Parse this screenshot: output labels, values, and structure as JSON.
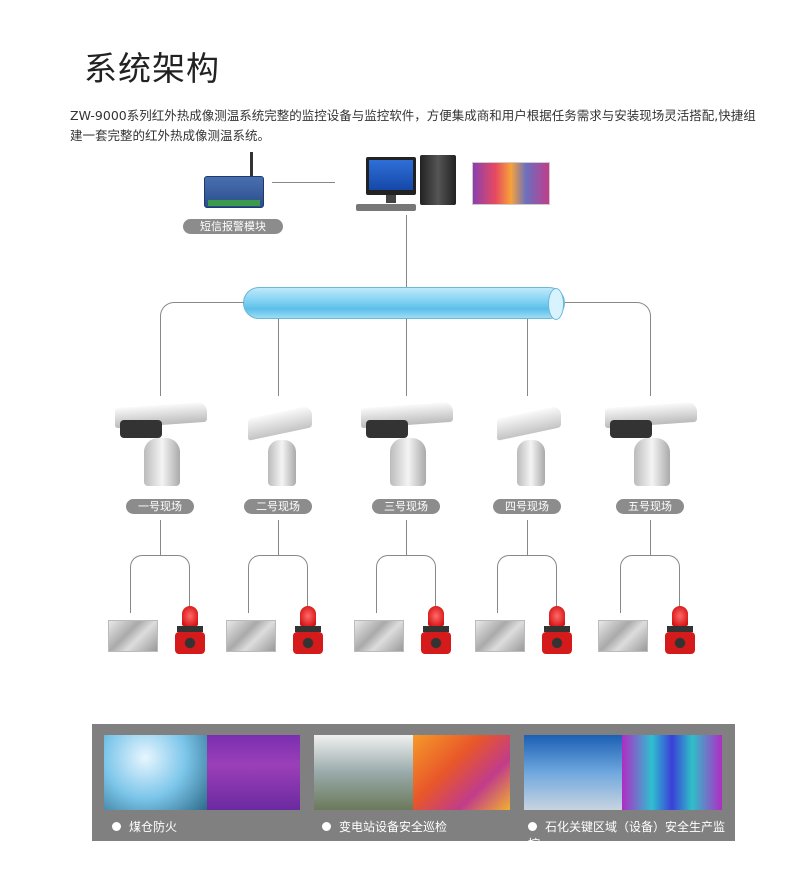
{
  "title": "系统架构",
  "description": "ZW-9000系列红外热成像测温系统完整的监控设备与监控软件，方便集成商和用户根据任务需求与安装现场灵活搭配,快捷组建一套完整的红外热成像测温系统。",
  "sms_module_label": "短信报警模块",
  "sites": [
    {
      "label": "一号现场"
    },
    {
      "label": "二号现场"
    },
    {
      "label": "三号现场"
    },
    {
      "label": "四号现场"
    },
    {
      "label": "五号现场"
    }
  ],
  "applications": [
    {
      "label": "煤仓防火"
    },
    {
      "label": "变电站设备安全巡检"
    },
    {
      "label": "石化关键区域（设备）安全生产监控"
    }
  ]
}
